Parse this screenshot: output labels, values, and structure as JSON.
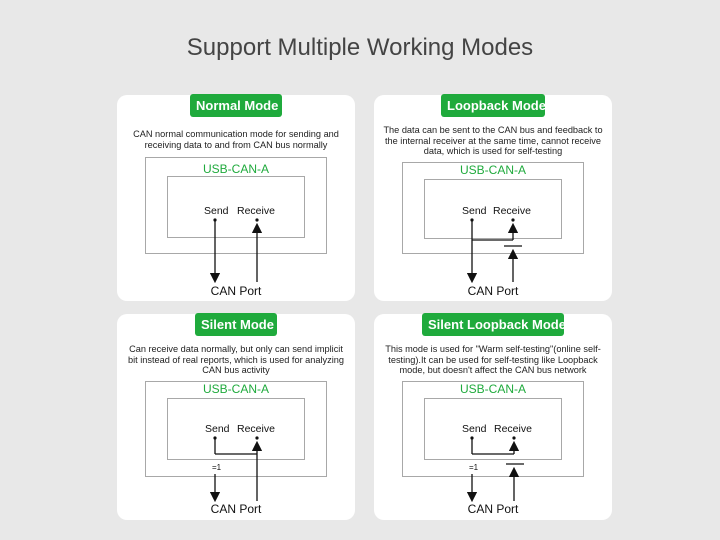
{
  "title": "Support Multiple Working Modes",
  "modes": [
    {
      "name": "Normal Mode",
      "description": "CAN normal communication mode for sending and receiving data to and from CAN bus normally",
      "device": "USB-CAN-A",
      "send": "Send",
      "receive": "Receive",
      "port": "CAN Port"
    },
    {
      "name": "Loopback Mode",
      "description": "The data can be sent to the CAN bus and feedback to the internal receiver at the same time, cannot receive data, which is used for self-testing",
      "device": "USB-CAN-A",
      "send": "Send",
      "receive": "Receive",
      "port": "CAN Port"
    },
    {
      "name": "Silent Mode",
      "description": "Can receive data normally, but only can send implicit bit instead of real reports, which is used for analyzing CAN bus activity",
      "device": "USB-CAN-A",
      "send": "Send",
      "receive": "Receive",
      "port": "CAN Port",
      "marker": "=1"
    },
    {
      "name": "Silent Loopback Mode",
      "description": "This mode is used for \"Warm self-testing\"(online self-testing).It can be used for self-testing like Loopback mode, but doesn't affect the CAN bus network",
      "device": "USB-CAN-A",
      "send": "Send",
      "receive": "Receive",
      "port": "CAN Port",
      "marker": "=1"
    }
  ],
  "colors": {
    "accent": "#1faa3c",
    "background": "#e8e8e8",
    "card": "#ffffff"
  }
}
